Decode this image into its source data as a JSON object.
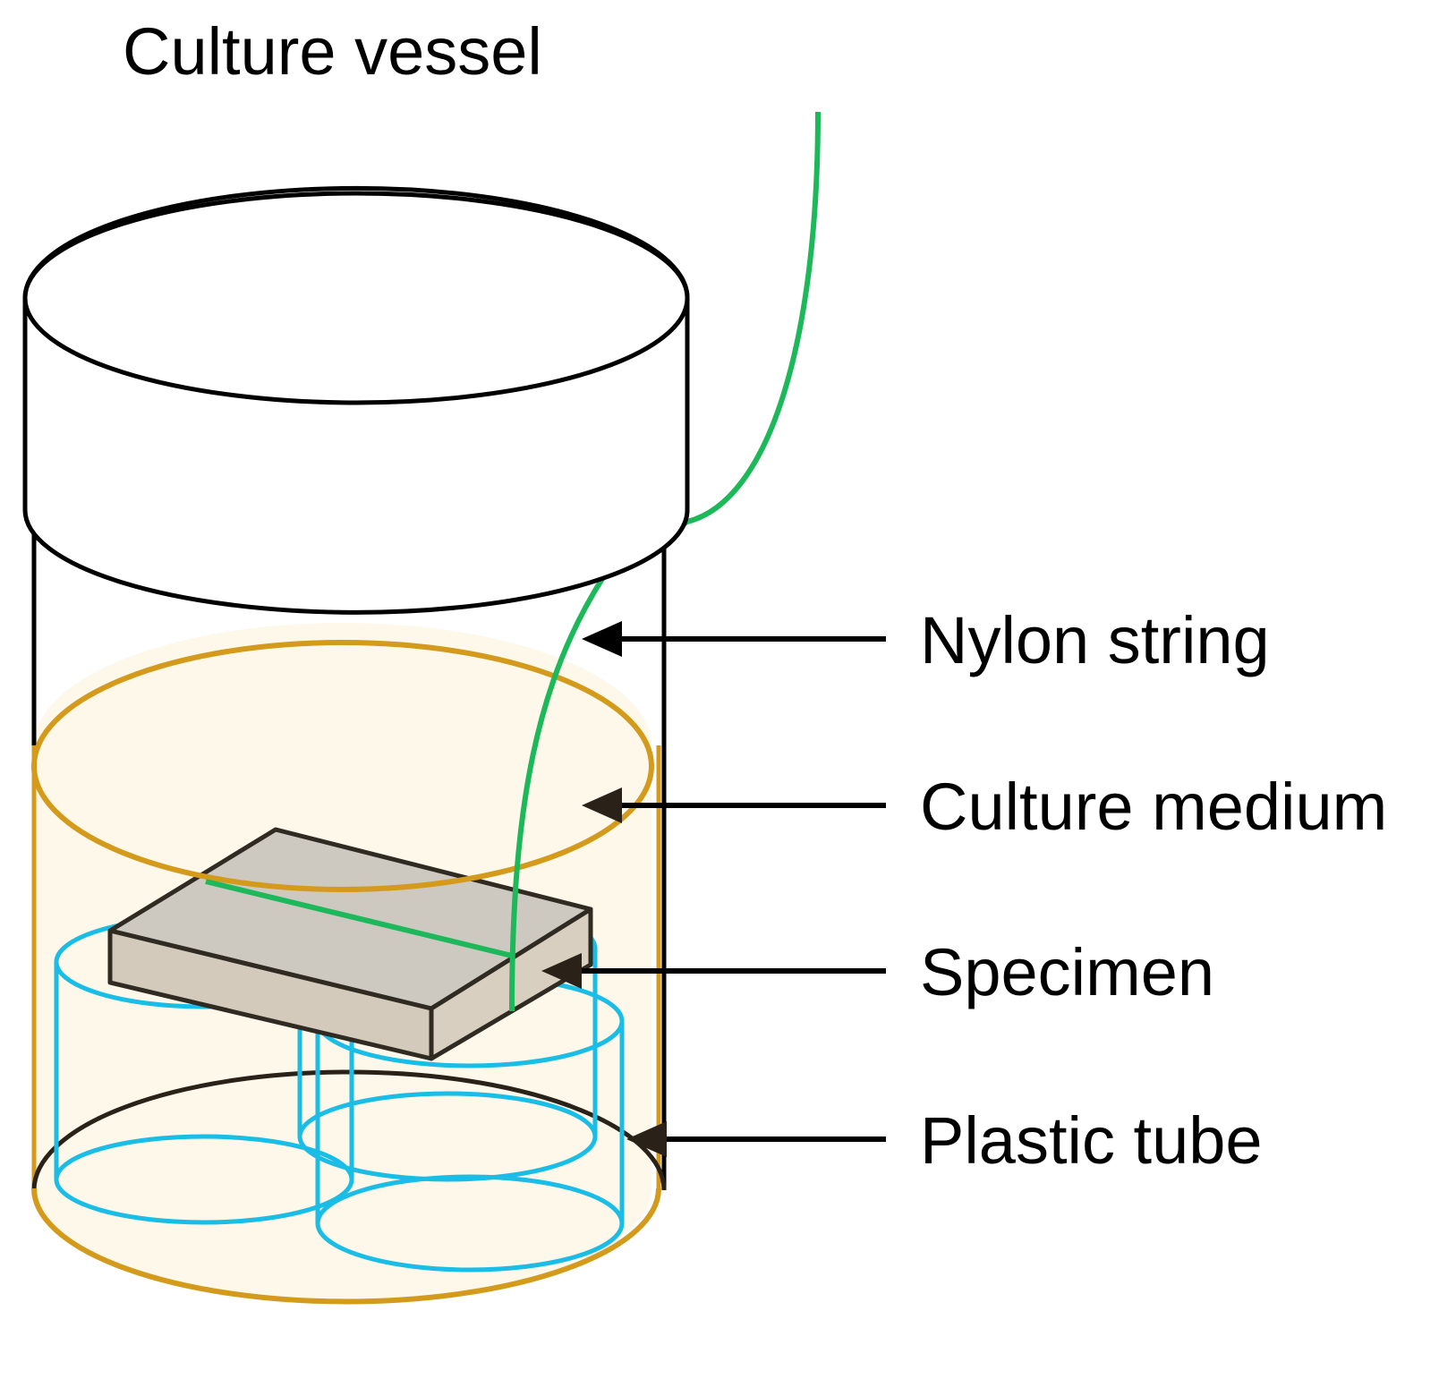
{
  "title": "Culture vessel",
  "labels": {
    "nylon_string": "Nylon string",
    "culture_medium": "Culture medium",
    "specimen": "Specimen",
    "plastic_tube": "Plastic tube"
  },
  "colors": {
    "vessel_outline": "#000000",
    "medium_outline": "#d39a1c",
    "medium_fill": "#fdf8ea",
    "tube_outline": "#19bde6",
    "nylon_string": "#1db85a",
    "specimen_top": "#cdc8c0",
    "specimen_side": "#d3cabb",
    "specimen_outline": "#2f2a22",
    "arrow": "#000000"
  }
}
